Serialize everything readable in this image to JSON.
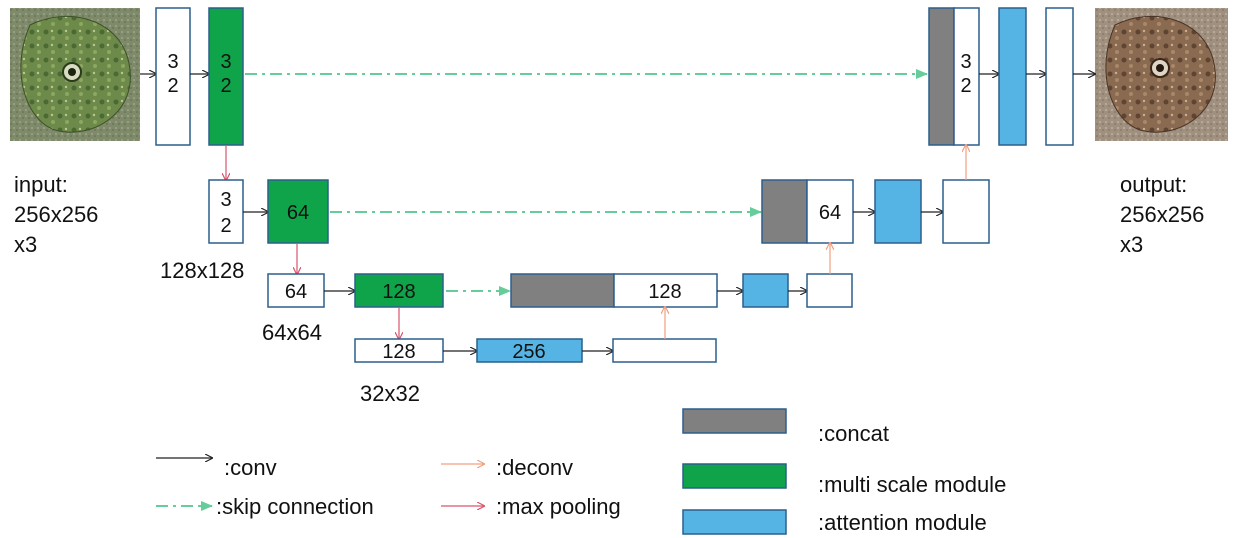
{
  "colors": {
    "plain": "#ffffff",
    "concat": "#808080",
    "multi_scale": "#10a44a",
    "attention": "#56b4e5",
    "border": "#2b5e8e",
    "conv_arrow": "#222222",
    "skip": "#66cc99",
    "deconv": "#f0a080",
    "pool": "#d9536a"
  },
  "input": {
    "title": "input:",
    "size": "256x256",
    "channels": "x3"
  },
  "output": {
    "title": "output:",
    "size": "256x256",
    "channels": "x3"
  },
  "blocks": {
    "enc1_conv": [
      "3",
      "2"
    ],
    "enc1_ms": [
      "3",
      "2"
    ],
    "dec1_plain": [
      "3",
      "2"
    ],
    "enc2_conv": [
      "3",
      "2"
    ],
    "enc2_ms": "64",
    "dec2_plain": "64",
    "enc3_conv": "64",
    "enc3_ms": "128",
    "dec3_plain": "128",
    "enc4_conv": "128",
    "bottleneck": "256"
  },
  "resolutions": [
    "128x128",
    "64x64",
    "32x32"
  ],
  "legend": {
    "conv": ":conv",
    "skip": ":skip connection",
    "deconv": ":deconv",
    "pool": ":max pooling",
    "concat": ":concat",
    "multi_scale": ":multi scale module",
    "attention": ":attention module"
  }
}
